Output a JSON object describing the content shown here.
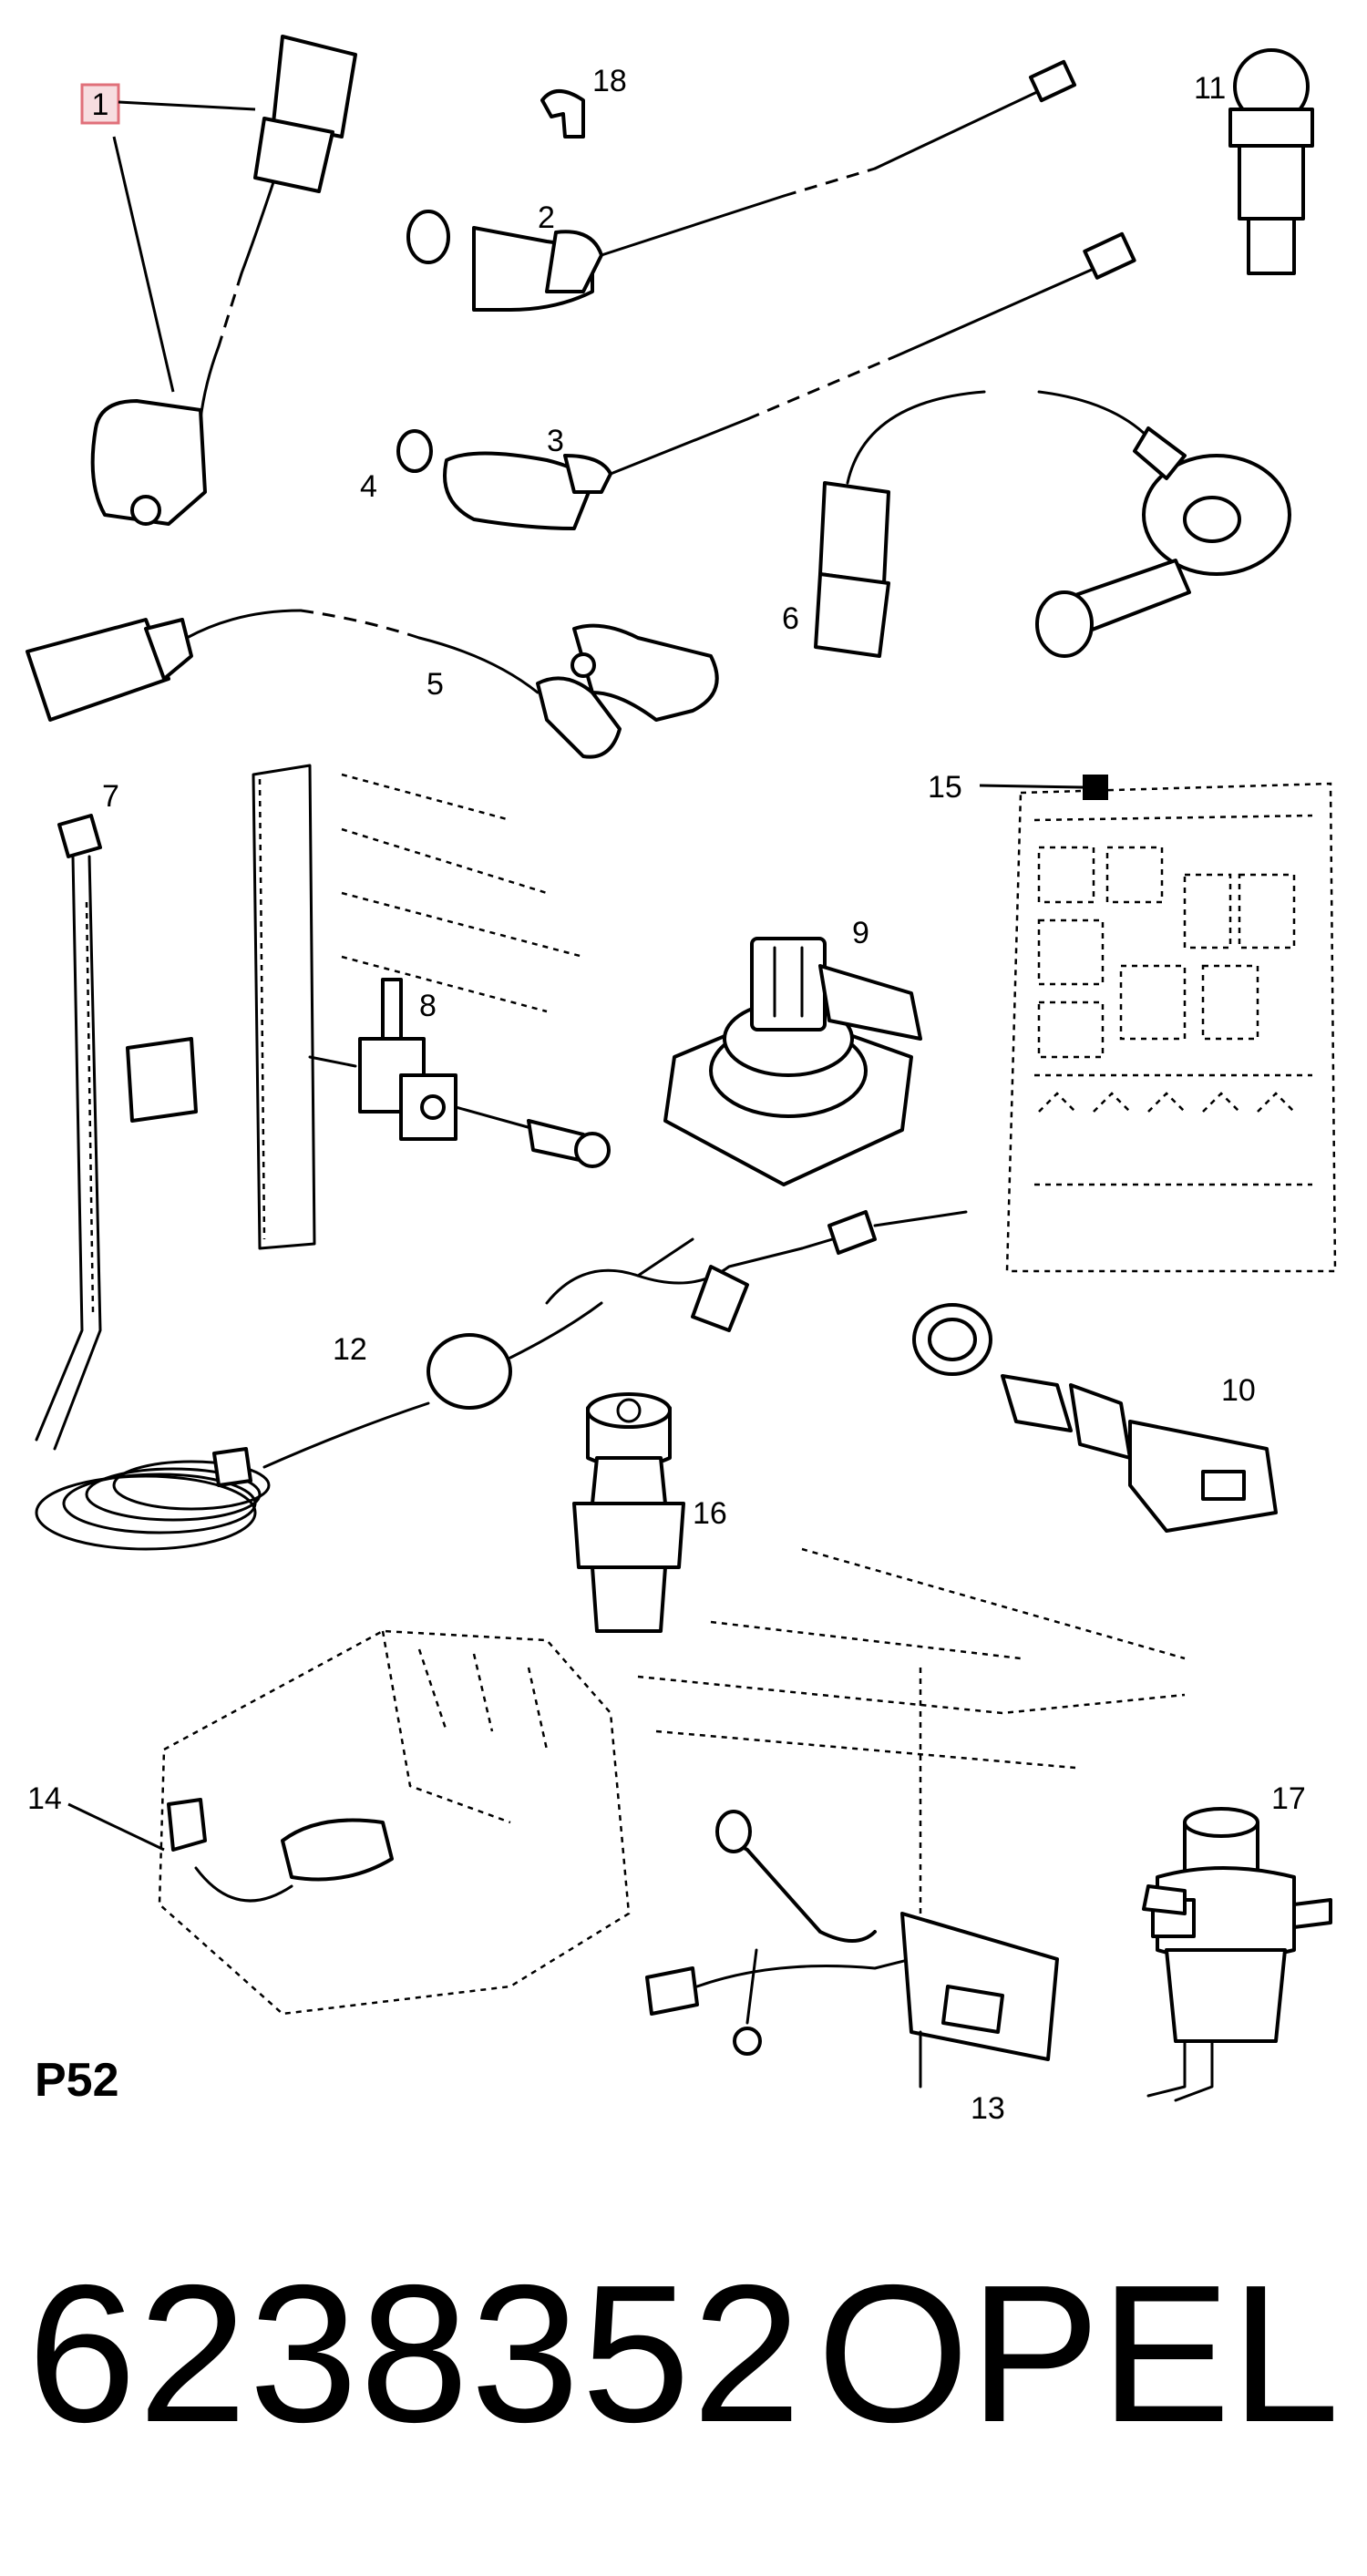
{
  "diagram": {
    "code": "P52",
    "callouts": [
      "1",
      "2",
      "3",
      "4",
      "5",
      "6",
      "7",
      "8",
      "9",
      "10",
      "11",
      "12",
      "13",
      "14",
      "15",
      "16",
      "17",
      "18"
    ]
  },
  "footer": {
    "part_number": "6238352",
    "brand": "OPEL"
  },
  "colors": {
    "line": "#000000",
    "background": "#ffffff",
    "callout_box_border": "#e0707a",
    "callout_box_fill": "#f7dde0"
  }
}
